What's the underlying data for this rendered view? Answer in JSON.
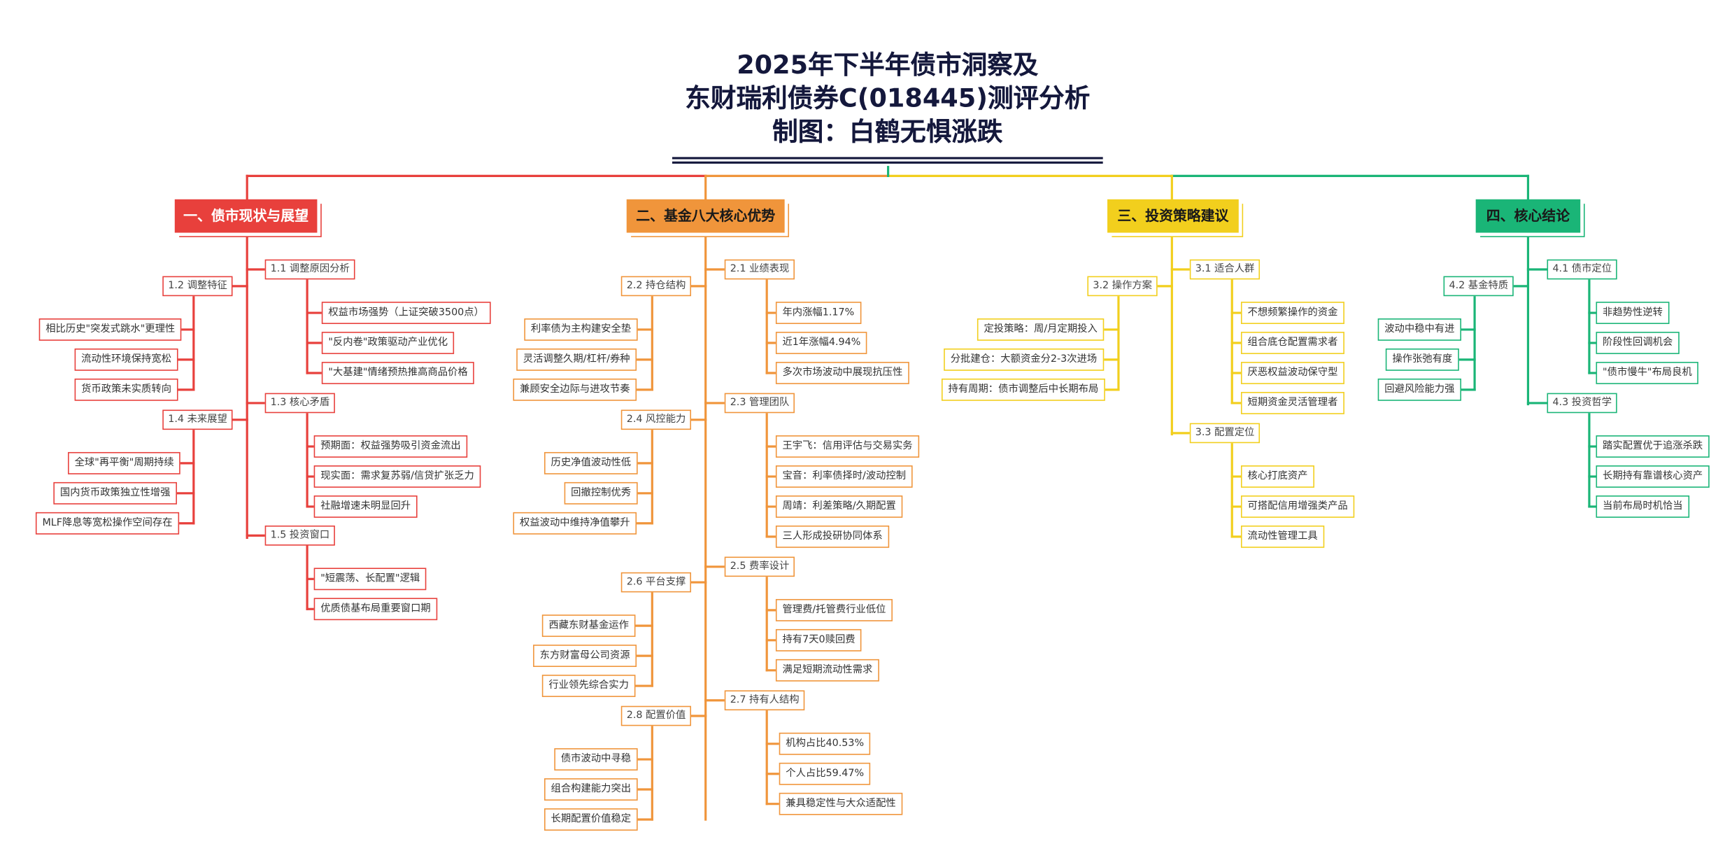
{
  "title": {
    "line1": "2025年下半年债市洞察及",
    "line2": "东财瑞利债券C(018445)测评分析",
    "line3": "制图：白鹤无惧涨跌"
  },
  "colors": {
    "red": "#e8403c",
    "orange": "#f0953b",
    "yellow": "#f2cf1d",
    "green": "#1ab577",
    "title": "#14183c"
  },
  "categories": [
    {
      "label": "一、债市现状与展望",
      "color": "#e8403c",
      "text_color": "#ffffff",
      "subs": [
        {
          "label": "1.1 调整原因分析",
          "leaves": [
            "权益市场强势（上证突破3500点）",
            "\"反内卷\"政策驱动产业优化",
            "\"大基建\"情绪预热推高商品价格"
          ]
        },
        {
          "label": "1.2 调整特征",
          "leaves": [
            "相比历史\"突发式跳水\"更理性",
            "流动性环境保持宽松",
            "货币政策未实质转向"
          ]
        },
        {
          "label": "1.3 核心矛盾",
          "leaves": [
            "预期面：权益强势吸引资金流出",
            "现实面：需求复苏弱/信贷扩张乏力",
            "社融增速未明显回升"
          ]
        },
        {
          "label": "1.4 未来展望",
          "leaves": [
            "全球\"再平衡\"周期持续",
            "国内货币政策独立性增强",
            "MLF降息等宽松操作空间存在"
          ]
        },
        {
          "label": "1.5 投资窗口",
          "leaves": [
            "\"短震荡、长配置\"逻辑",
            "优质债基布局重要窗口期"
          ]
        }
      ]
    },
    {
      "label": "二、基金八大核心优势",
      "color": "#f0953b",
      "text_color": "#1a1a1a",
      "subs": [
        {
          "label": "2.1 业绩表现",
          "leaves": [
            "年内涨幅1.17%",
            "近1年涨幅4.94%",
            "多次市场波动中展现抗压性"
          ]
        },
        {
          "label": "2.2 持仓结构",
          "leaves": [
            "利率债为主构建安全垫",
            "灵活调整久期/杠杆/券种",
            "兼顾安全边际与进攻节奏"
          ]
        },
        {
          "label": "2.3 管理团队",
          "leaves": [
            "王宇飞：信用评估与交易实务",
            "宝音：利率债择时/波动控制",
            "周靖：利差策略/久期配置",
            "三人形成投研协同体系"
          ]
        },
        {
          "label": "2.4 风控能力",
          "leaves": [
            "历史净值波动性低",
            "回撤控制优秀",
            "权益波动中维持净值攀升"
          ]
        },
        {
          "label": "2.5 费率设计",
          "leaves": [
            "管理费/托管费行业低位",
            "持有7天0赎回费",
            "满足短期流动性需求"
          ]
        },
        {
          "label": "2.6 平台支撑",
          "leaves": [
            "西藏东财基金运作",
            "东方财富母公司资源",
            "行业领先综合实力"
          ]
        },
        {
          "label": "2.7 持有人结构",
          "leaves": [
            "机构占比40.53%",
            "个人占比59.47%",
            "兼具稳定性与大众适配性"
          ]
        },
        {
          "label": "2.8 配置价值",
          "leaves": [
            "债市波动中寻稳",
            "组合构建能力突出",
            "长期配置价值稳定"
          ]
        }
      ]
    },
    {
      "label": "三、投资策略建议",
      "color": "#f2cf1d",
      "text_color": "#1a1a1a",
      "subs": [
        {
          "label": "3.1 适合人群",
          "leaves": [
            "不想频繁操作的资金",
            "组合底仓配置需求者",
            "厌恶权益波动保守型",
            "短期资金灵活管理者"
          ]
        },
        {
          "label": "3.2 操作方案",
          "leaves": [
            "定投策略：周/月定期投入",
            "分批建仓：大额资金分2-3次进场",
            "持有周期：债市调整后中长期布局"
          ]
        },
        {
          "label": "3.3 配置定位",
          "leaves": [
            "核心打底资产",
            "可搭配信用增强类产品",
            "流动性管理工具"
          ]
        }
      ]
    },
    {
      "label": "四、核心结论",
      "color": "#1ab577",
      "text_color": "#1a1a1a",
      "subs": [
        {
          "label": "4.1 债市定位",
          "leaves": [
            "非趋势性逆转",
            "阶段性回调机会",
            "\"债市慢牛\"布局良机"
          ]
        },
        {
          "label": "4.2 基金特质",
          "leaves": [
            "波动中稳中有进",
            "操作张弛有度",
            "回避风险能力强"
          ]
        },
        {
          "label": "4.3 投资哲学",
          "leaves": [
            "踏实配置优于追涨杀跌",
            "长期持有靠谱核心资产",
            "当前布局时机恰当"
          ]
        }
      ]
    }
  ]
}
